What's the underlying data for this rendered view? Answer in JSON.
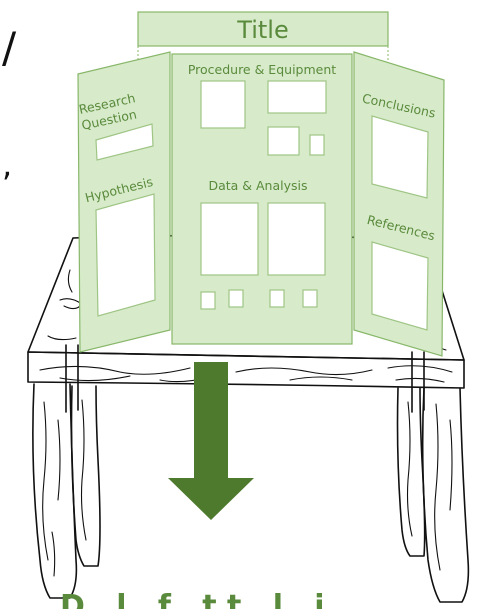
{
  "board": {
    "title": "Title",
    "left_panel": {
      "top_label_line1": "Research",
      "top_label_line2": "Question",
      "bottom_label": "Hypothesis"
    },
    "center_panel": {
      "top_label": "Procedure & Equipment",
      "bottom_label": "Data & Analysis"
    },
    "right_panel": {
      "top_label": "Conclusions",
      "bottom_label": "References"
    }
  },
  "stray_text": {
    "top_left_glyph": "/",
    "mid_left_glyph": ",",
    "bottom_caption": "D   l   f   t t   l   i"
  },
  "colors": {
    "panel_fill": "#d7ebca",
    "panel_stroke": "#88b76a",
    "label_text": "#5a8a3c",
    "arrow": "#4d7a2c",
    "ink": "#111111"
  }
}
